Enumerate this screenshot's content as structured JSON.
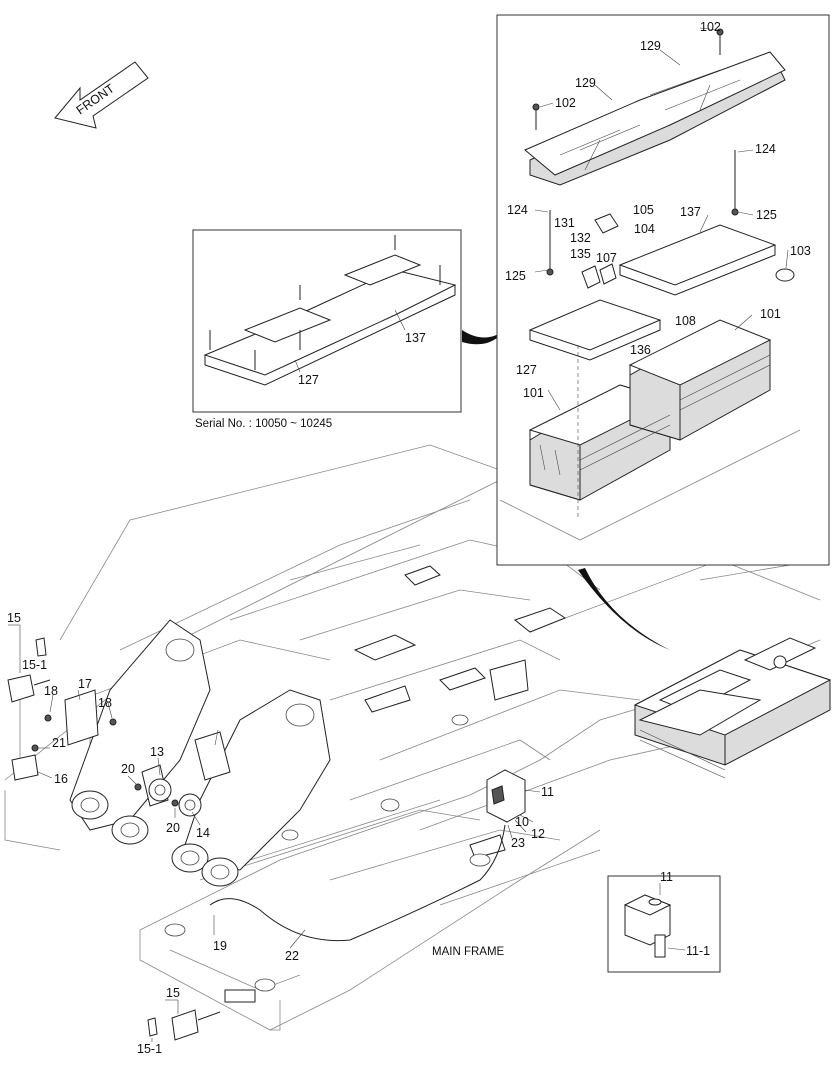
{
  "front_label": "FRONT",
  "serial_note": "Serial No. : 10050 ~ 10245",
  "main_frame_label": "MAIN FRAME",
  "callouts": {
    "c102a": "102",
    "c102b": "102",
    "c129a": "129",
    "c129b": "129",
    "c124a": "124",
    "c124b": "124",
    "c125a": "125",
    "c125b": "125",
    "c105": "105",
    "c131": "131",
    "c104": "104",
    "c132": "132",
    "c137a": "137",
    "c137b": "137",
    "c103": "103",
    "c135": "135",
    "c107": "107",
    "c108": "108",
    "c136": "136",
    "c127a": "127",
    "c127b": "127",
    "c101a": "101",
    "c101b": "101",
    "c15a": "15",
    "c15b": "15",
    "c151a": "15-1",
    "c151b": "15-1",
    "c17": "17",
    "c18a": "18",
    "c18b": "18",
    "c21": "21",
    "c16": "16",
    "c13": "13",
    "c20a": "20",
    "c20b": "20",
    "c14": "14",
    "c11a": "11",
    "c11b": "11",
    "c10": "10",
    "c12": "12",
    "c23": "23",
    "c19": "19",
    "c22": "22",
    "c111": "11-1"
  }
}
